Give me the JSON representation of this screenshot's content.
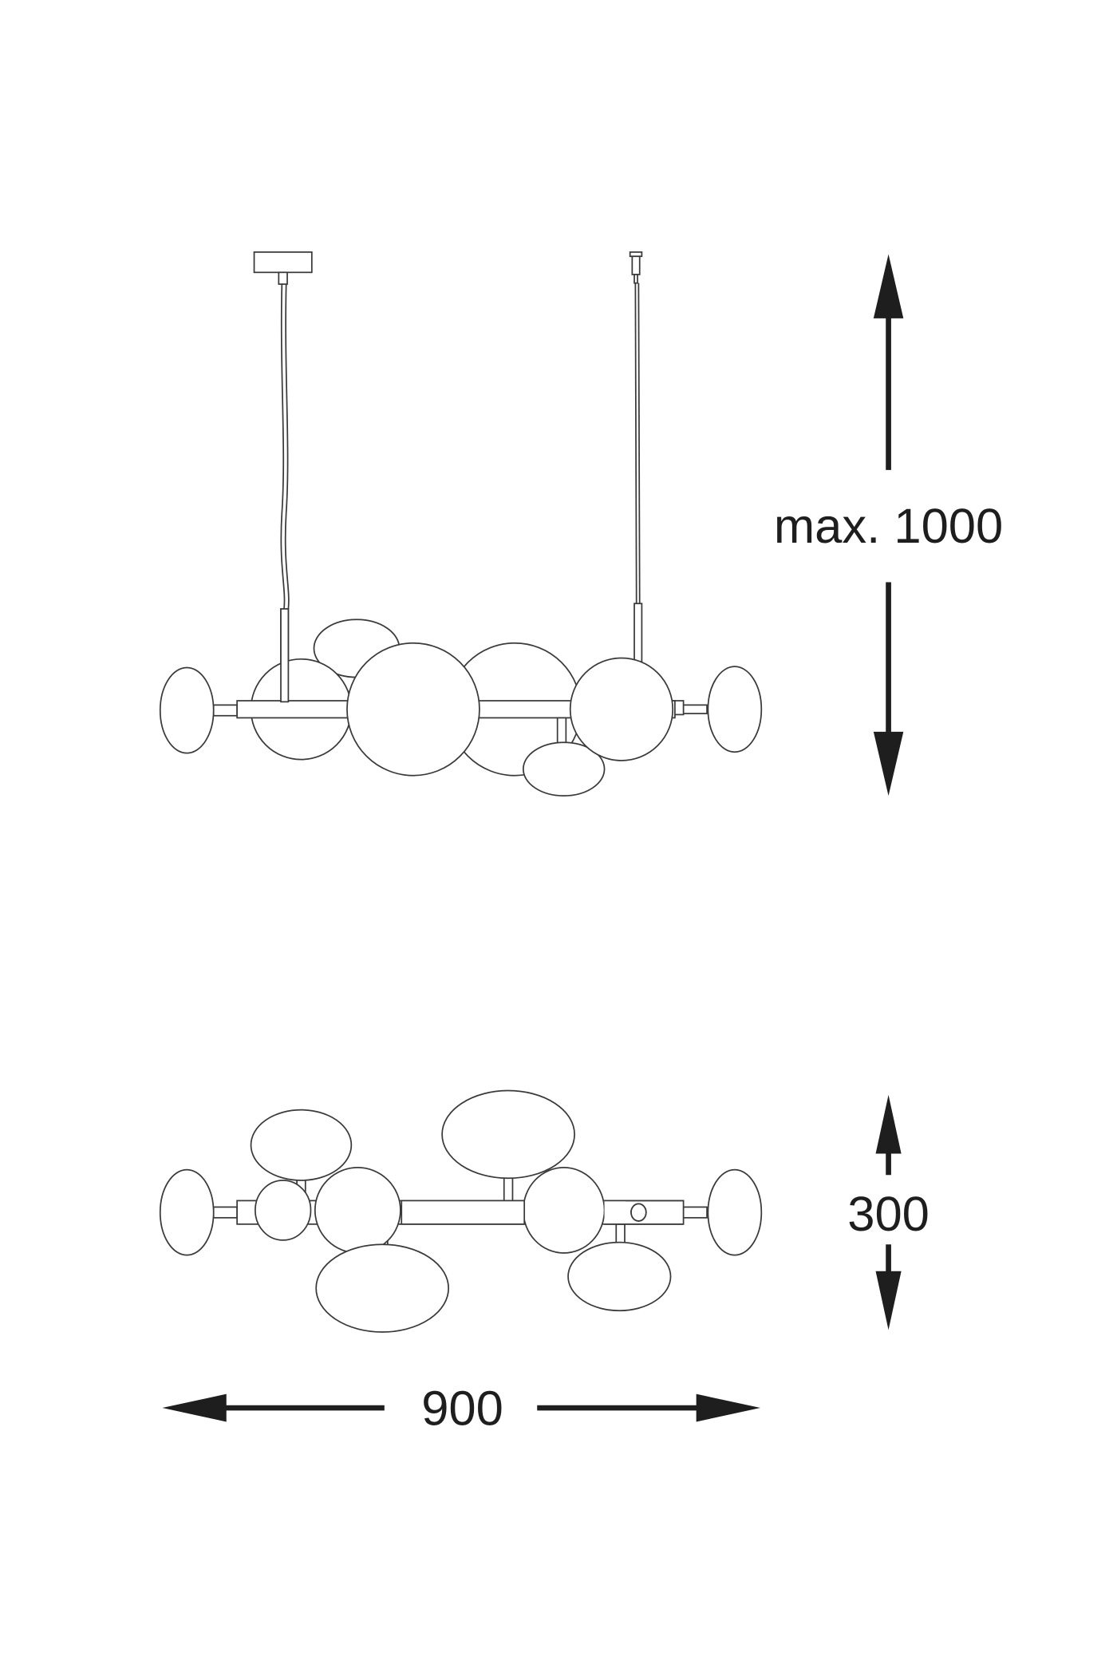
{
  "dimensions": {
    "height_label": "max. 1000",
    "depth_label": "300",
    "width_label": "900"
  },
  "colors": {
    "line": "#3a3a3a",
    "dimension": "#1e1e1e",
    "background": "#ffffff"
  }
}
